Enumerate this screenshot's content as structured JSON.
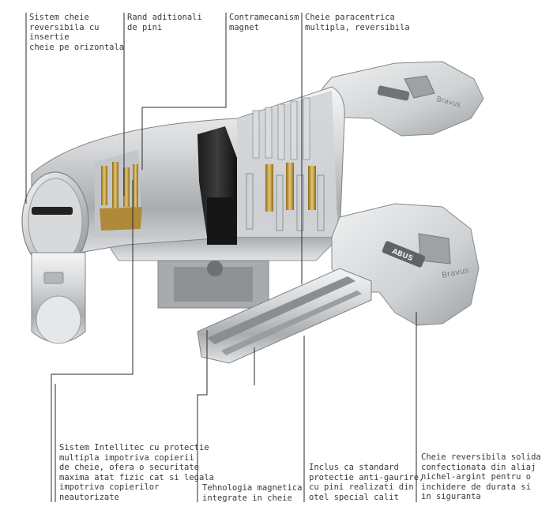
{
  "labels": {
    "top1": "Sistem cheie\nreversibila cu\ninsertie\ncheie pe orizontala",
    "top2": "Rand aditionali\nde pini",
    "top3": "Contramecanism\nmagnet",
    "top4": "Cheie paracentrica\nmultipla, reversibila",
    "bottom1": "Sistem Intellitec cu protectie\nmultipla impotriva copierii\nde cheie, ofera o securitate\nmaxima atat fizic cat si legala\nimpotriva copierilor\nneautorizate",
    "bottom2": "Tehnologia magnetica\nintegrate in cheie",
    "bottom3": "Inclus ca standard\nprotectie anti-gaurire,\ncu pini realizati din\notel special calit",
    "bottom4": "Cheie reversibila solida\nconfectionata din aliaj\nnichel-argint pentru o\ninchidere de durata si\nin siguranta"
  },
  "branding": {
    "logo_text": "ABUS",
    "model_text": "Bravus"
  },
  "colors": {
    "leader_line": "#2a2a2a",
    "metal": "#c9cbcd",
    "brass": "#c8a24a"
  }
}
